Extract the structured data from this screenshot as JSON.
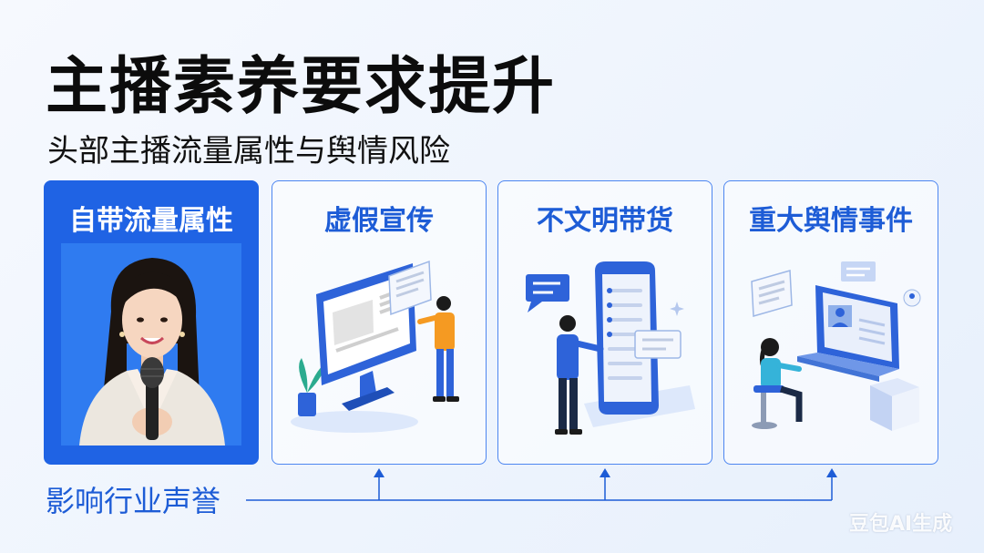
{
  "slide": {
    "title": "主播素养要求提升",
    "subtitle": "头部主播流量属性与舆情风险"
  },
  "cards": [
    {
      "title": "自带流量属性",
      "image": "host-with-microphone-photo"
    },
    {
      "title": "虚假宣传",
      "image": "monitor-and-person-icon"
    },
    {
      "title": "不文明带货",
      "image": "phone-and-person-icon"
    },
    {
      "title": "重大舆情事件",
      "image": "laptop-and-person-icon"
    }
  ],
  "bottom_label": "影响行业声誉",
  "watermark": "豆包AI生成",
  "colors": {
    "accent": "#1f63e4",
    "text": "#0c0c0c",
    "label": "#1d5cd6"
  }
}
